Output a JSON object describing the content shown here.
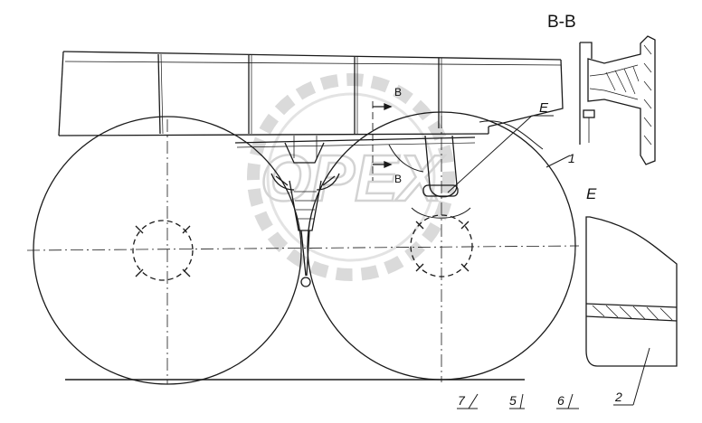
{
  "section_title": "B-B",
  "section_marks": [
    "B",
    "B"
  ],
  "detail_label": "E",
  "callouts": {
    "e_leader": "E",
    "n1": "1",
    "n2": "2",
    "n5": "5",
    "n6": "6",
    "n7": "7"
  },
  "watermark": "OPEX",
  "colors": {
    "line": "#1a1a1a",
    "watermark": "#d7d7d7"
  }
}
